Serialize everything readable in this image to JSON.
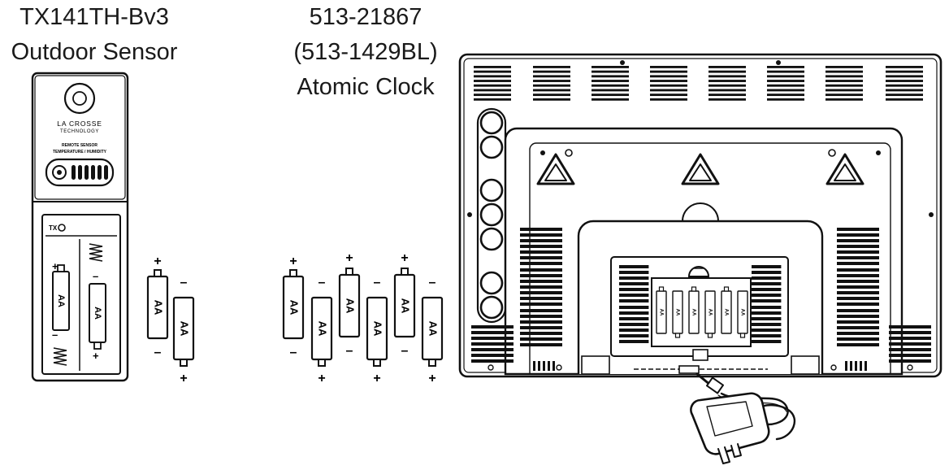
{
  "sensor": {
    "model": "TX141TH-Bv3",
    "name": "Outdoor Sensor",
    "brand": "LA CROSSE",
    "brand_sub": "TECHNOLOGY",
    "line1": "REMOTE SENSOR",
    "line2": "TEMPERATURE / HUMIDITY",
    "tx_label": "TX"
  },
  "clock": {
    "model": "513-21867",
    "alt_model": "(513-1429BL)",
    "name": "Atomic Clock"
  },
  "battery": {
    "label": "AA",
    "plus": "+",
    "minus": "–"
  }
}
